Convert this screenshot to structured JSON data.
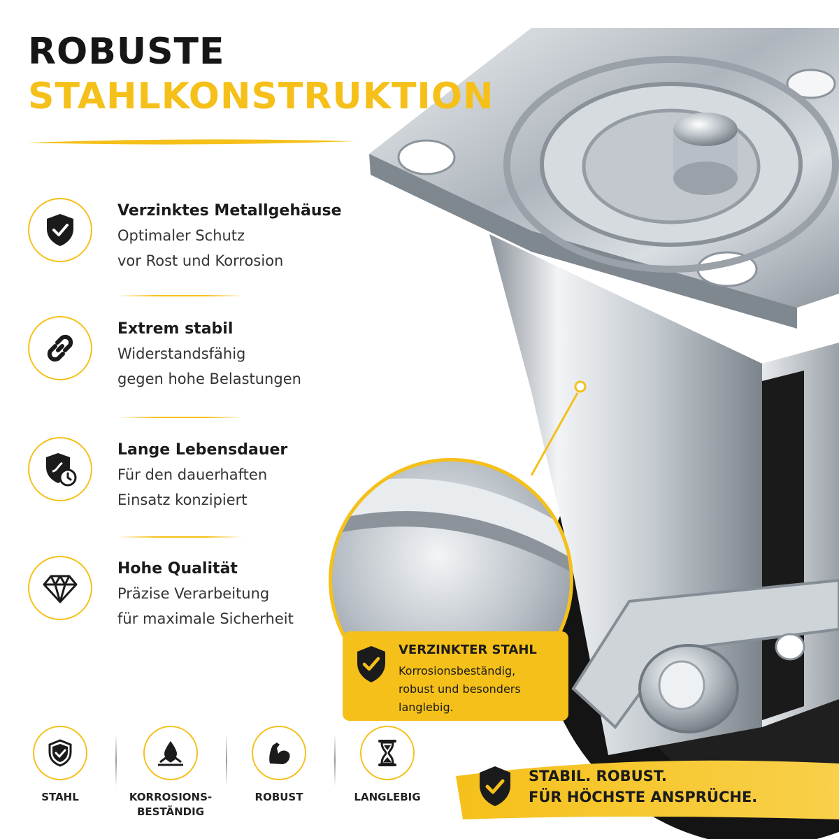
{
  "headline": {
    "line1": "ROBUSTE",
    "line2": "STAHLKONSTRUKTION"
  },
  "colors": {
    "accent": "#f5c01a",
    "text": "#1b1b1b",
    "metal": "#c9ced3",
    "rubber": "#141414"
  },
  "features": [
    {
      "icon": "shield-check-icon",
      "title": "Verzinktes Metallgehäuse",
      "line1": "Optimaler Schutz",
      "line2": "vor Rost und Korrosion"
    },
    {
      "icon": "chain-link-icon",
      "title": "Extrem stabil",
      "line1": "Widerstandsfähig",
      "line2": "gegen hohe Belastungen"
    },
    {
      "icon": "shield-clock-icon",
      "title": "Lange Lebensdauer",
      "line1": "Für den dauerhaften",
      "line2": "Einsatz konzipiert"
    },
    {
      "icon": "diamond-icon",
      "title": "Hohe Qualität",
      "line1": "Präzise Verarbeitung",
      "line2": "für maximale Sicherheit"
    }
  ],
  "callout": {
    "icon": "shield-check-icon",
    "title": "VERZINKTER STAHL",
    "line1": "Korrosionsbeständig,",
    "line2": "robust und besonders",
    "line3": "langlebig."
  },
  "badges": [
    {
      "icon": "shield-check-icon",
      "line1": "STAHL",
      "line2": ""
    },
    {
      "icon": "water-drop-icon",
      "line1": "KORROSIONS-",
      "line2": "BESTÄNDIG"
    },
    {
      "icon": "flexed-arm-icon",
      "line1": "ROBUST",
      "line2": ""
    },
    {
      "icon": "hourglass-icon",
      "line1": "LANGLEBIG",
      "line2": ""
    }
  ],
  "banner": {
    "icon": "shield-check-icon",
    "line1": "STABIL. ROBUST.",
    "line2": "FÜR HÖCHSTE ANSPRÜCHE."
  }
}
